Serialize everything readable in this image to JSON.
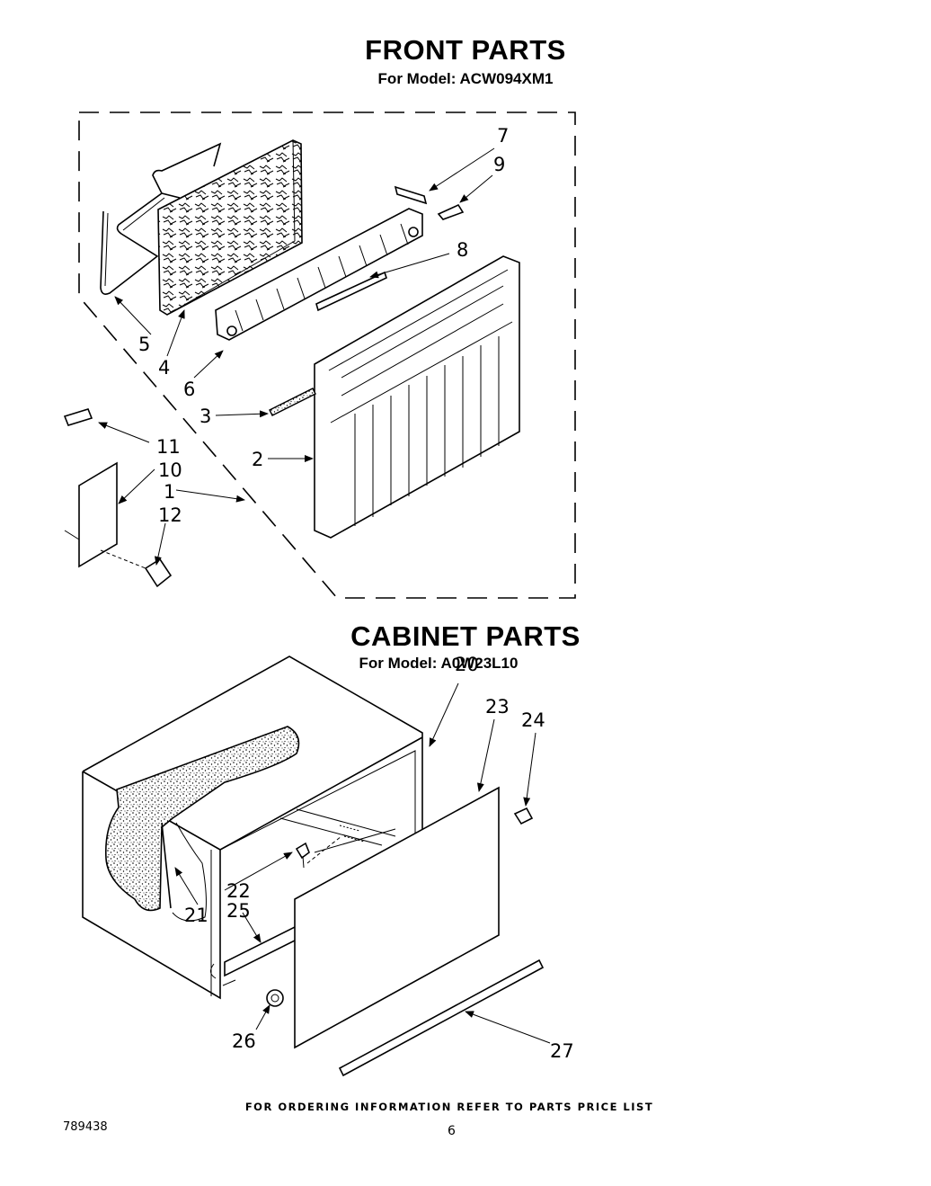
{
  "front_section": {
    "title": "FRONT PARTS",
    "model": "For Model: ACW094XM1",
    "callouts": [
      "7",
      "9",
      "8",
      "5",
      "4",
      "6",
      "3",
      "11",
      "10",
      "1",
      "12",
      "2"
    ]
  },
  "cabinet_section": {
    "title": "CABINET PARTS",
    "model": "For Model: A0W23L10",
    "callouts": [
      "20",
      "23",
      "24",
      "22",
      "25",
      "21",
      "26",
      "27"
    ]
  },
  "footer": {
    "order_info": "FOR ORDERING INFORMATION REFER TO PARTS PRICE LIST",
    "doc_number": "789438",
    "page_number": "6"
  }
}
